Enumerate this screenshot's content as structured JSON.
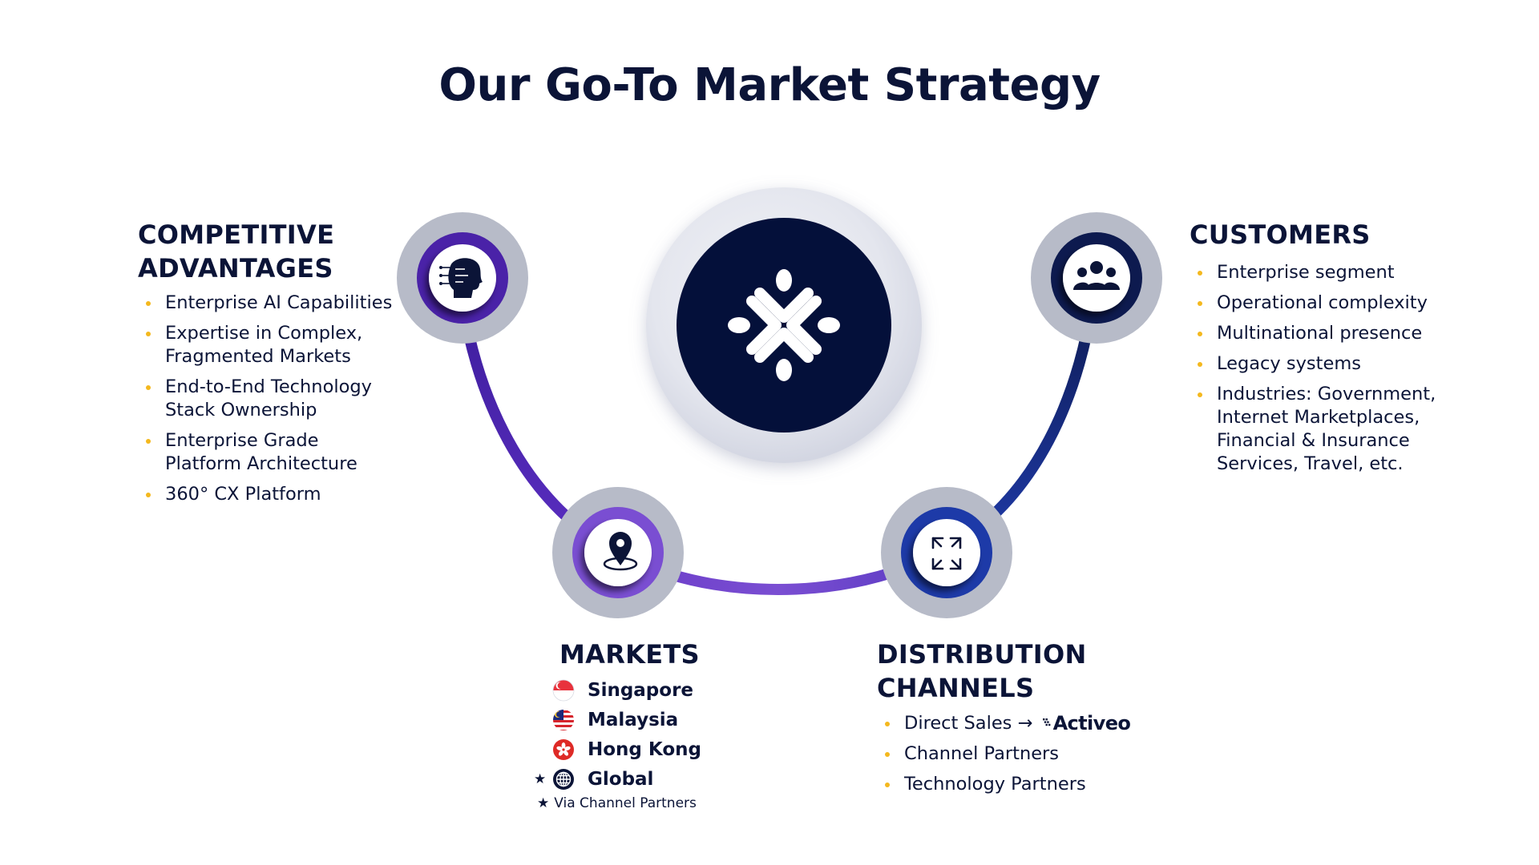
{
  "title": "Our Go-To Market Strategy",
  "colors": {
    "navy": "#0b1437",
    "hub_navy": "#04103a",
    "bullet": "#f4b81e",
    "ring_grey": "#b7bbc8",
    "purple": "#4a22a8",
    "violet": "#7a4ed2",
    "blue": "#1d3aa8",
    "dark_navy": "#0d1a4f"
  },
  "hub": {
    "icon": "brand-logo-icon"
  },
  "competitive_advantages": {
    "title_lines": [
      "COMPETITIVE",
      "ADVANTAGES"
    ],
    "icon": "ai-head-icon",
    "items": [
      {
        "lines": [
          "Enterprise AI Capabilities"
        ]
      },
      {
        "lines": [
          "Expertise in Complex,",
          "Fragmented Markets"
        ]
      },
      {
        "lines": [
          "End-to-End Technology",
          "Stack Ownership"
        ]
      },
      {
        "lines": [
          "Enterprise Grade",
          "Platform Architecture"
        ]
      },
      {
        "lines": [
          "360° CX Platform"
        ]
      }
    ]
  },
  "customers": {
    "title": "CUSTOMERS",
    "icon": "users-group-icon",
    "items": [
      {
        "lines": [
          "Enterprise segment"
        ]
      },
      {
        "lines": [
          "Operational complexity"
        ]
      },
      {
        "lines": [
          "Multinational presence"
        ]
      },
      {
        "lines": [
          "Legacy systems"
        ]
      },
      {
        "lines": [
          "Industries: Government,",
          "Internet Marketplaces,",
          "Financial & Insurance",
          "Services, Travel, etc."
        ]
      }
    ]
  },
  "markets": {
    "title": "MARKETS",
    "icon": "location-pin-icon",
    "items": [
      {
        "label": "Singapore",
        "flag": "singapore-flag-icon",
        "starred": false
      },
      {
        "label": "Malaysia",
        "flag": "malaysia-flag-icon",
        "starred": false
      },
      {
        "label": "Hong Kong",
        "flag": "hong-kong-flag-icon",
        "starred": false
      },
      {
        "label": "Global",
        "flag": "globe-icon",
        "starred": true
      }
    ],
    "star_glyph": "★",
    "note": "Via Channel Partners"
  },
  "distribution": {
    "title_lines": [
      "DISTRIBUTION",
      "CHANNELS"
    ],
    "icon": "expand-arrows-icon",
    "direct_sales": "Direct Sales →",
    "direct_sales_logo": "Activeo",
    "items": [
      {
        "lines": [
          "Channel Partners"
        ]
      },
      {
        "lines": [
          "Technology Partners"
        ]
      }
    ]
  }
}
